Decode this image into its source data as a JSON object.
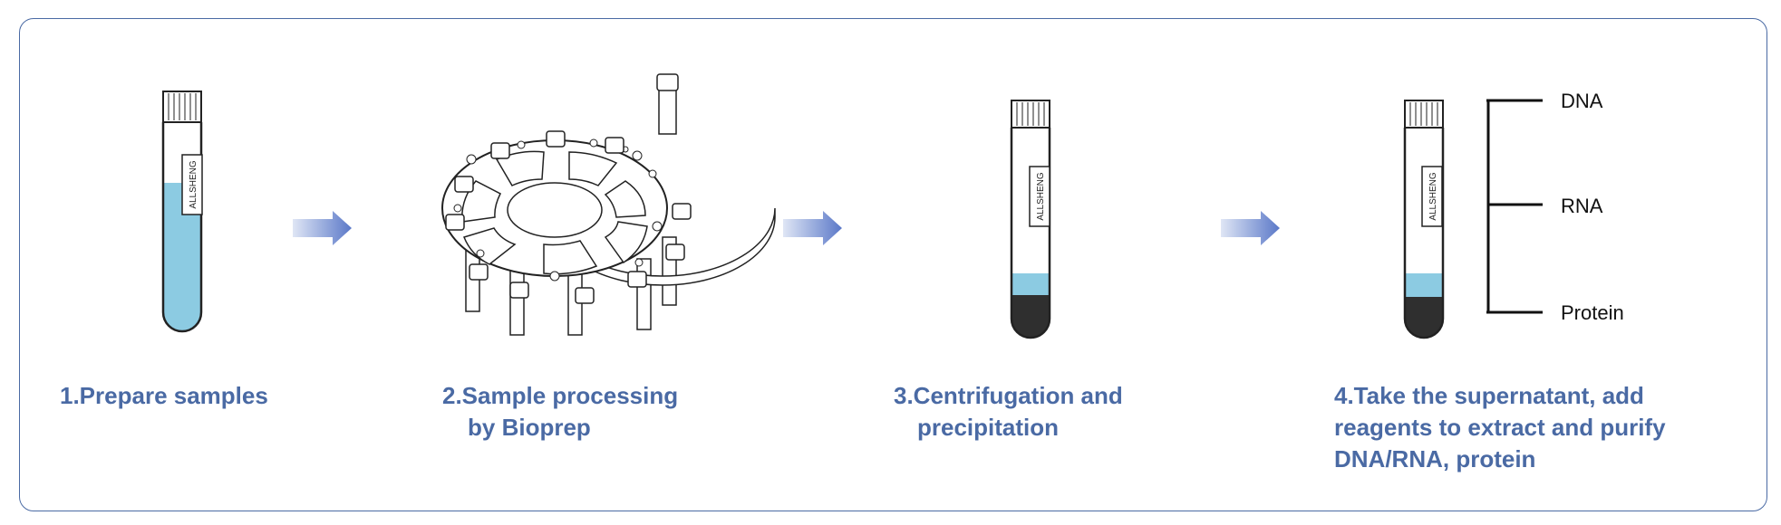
{
  "steps": [
    {
      "line1": "1.Prepare samples",
      "line2": "",
      "line3": ""
    },
    {
      "line1": "2.Sample processing",
      "line2": "by Bioprep",
      "line3": ""
    },
    {
      "line1": "3.Centrifugation and",
      "line2": "precipitation",
      "line3": ""
    },
    {
      "line1": "4.Take the supernatant, add",
      "line2": "reagents to extract and purify",
      "line3": "DNA/RNA, protein"
    }
  ],
  "tube_brand": "ALLSHENG",
  "outputs": [
    "DNA",
    "RNA",
    "Protein"
  ],
  "colors": {
    "accent": "#4a6aa4",
    "liquid": "#8ccbe2",
    "pellet": "#2f2f2f",
    "arrow": "#5a78c8"
  }
}
